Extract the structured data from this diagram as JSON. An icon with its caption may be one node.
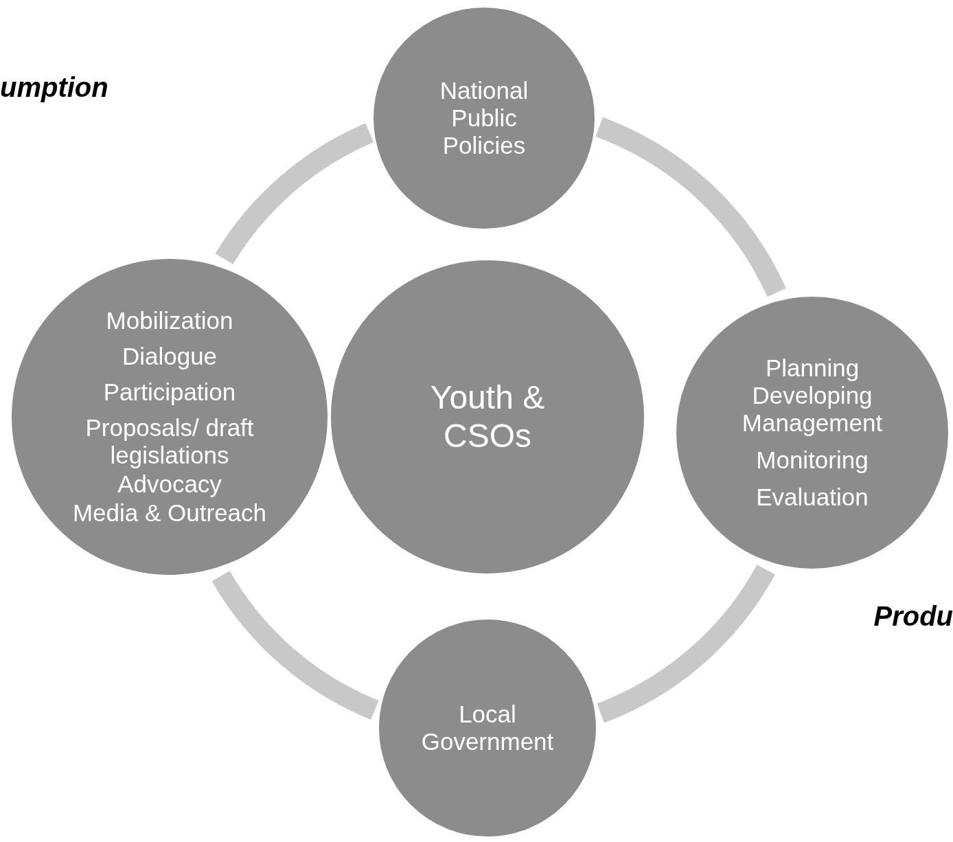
{
  "diagram": {
    "nodes": [
      {
        "text": [
          "National Public Policies"
        ]
      },
      {
        "text": [
          "Mobilization",
          "Dialogue",
          "Participation",
          "Proposals/ draft legislations",
          "Advocacy",
          "Media & Outreach"
        ]
      },
      {
        "text": [
          "Youth & CSOs"
        ]
      },
      {
        "text": [
          "Planning",
          "Developing",
          "Management",
          "Monitoring",
          "Evaluation"
        ]
      },
      {
        "text": [
          "Local Government"
        ]
      }
    ],
    "edges": [
      {
        "from": 0,
        "to": 1,
        "arrow": "none"
      },
      {
        "from": 0,
        "to": 3,
        "arrow": "none"
      },
      {
        "from": 3,
        "to": 4,
        "arrow": "none"
      },
      {
        "from": 4,
        "to": 1,
        "arrow": "none"
      }
    ],
    "labels": [
      "umption",
      "Produ"
    ]
  }
}
